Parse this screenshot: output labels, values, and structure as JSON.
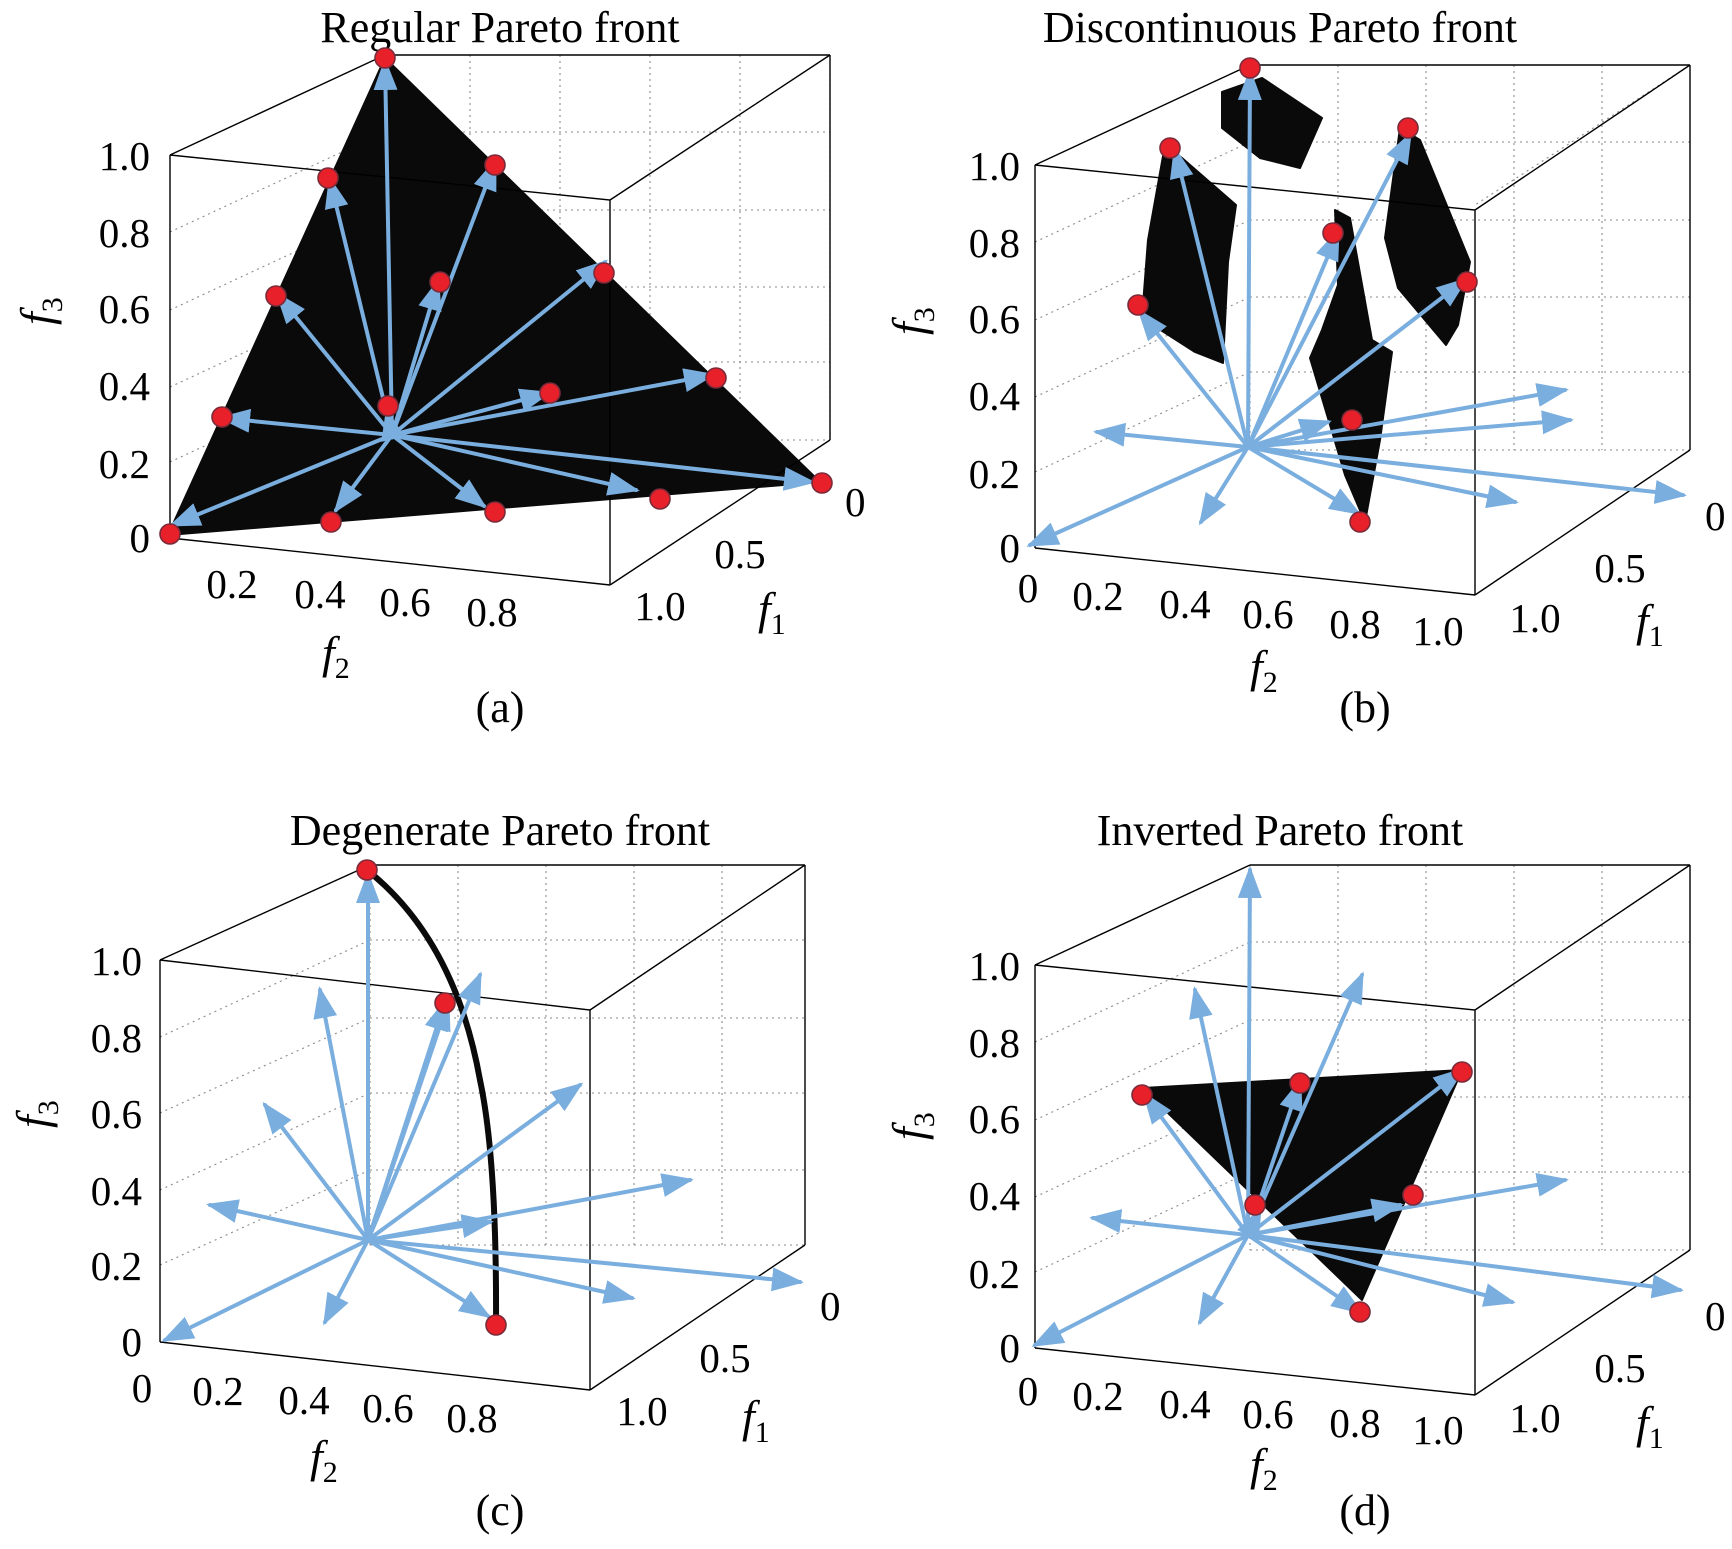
{
  "panels": [
    {
      "id": "a",
      "title": "Regular Pareto front",
      "caption": "(a)",
      "z_ticks": [
        "0",
        "0.2",
        "0.4",
        "0.6",
        "0.8",
        "1.0"
      ],
      "x_ticks": [
        "0.2",
        "0.4",
        "0.6",
        "0.8"
      ],
      "y_ticks": [
        "0",
        "0.5",
        "1.0"
      ],
      "xlabel": "f",
      "xlabel_sub": "2",
      "ylabel": "f",
      "ylabel_sub": "1",
      "zlabel": "f",
      "zlabel_sub": "3"
    },
    {
      "id": "b",
      "title": "Discontinuous Pareto front",
      "caption": "(b)",
      "z_ticks": [
        "0",
        "0.2",
        "0.4",
        "0.6",
        "0.8",
        "1.0"
      ],
      "x_ticks": [
        "0",
        "0.2",
        "0.4",
        "0.6",
        "0.8",
        "1.0"
      ],
      "y_ticks": [
        "0",
        "0.5",
        "1.0"
      ],
      "xlabel": "f",
      "xlabel_sub": "2",
      "ylabel": "f",
      "ylabel_sub": "1",
      "zlabel": "f",
      "zlabel_sub": "3"
    },
    {
      "id": "c",
      "title": "Degenerate Pareto front",
      "caption": "(c)",
      "z_ticks": [
        "0",
        "0.2",
        "0.4",
        "0.6",
        "0.8",
        "1.0"
      ],
      "x_ticks": [
        "0",
        "0.2",
        "0.4",
        "0.6",
        "0.8"
      ],
      "y_ticks": [
        "0",
        "0.5",
        "1.0"
      ],
      "xlabel": "f",
      "xlabel_sub": "2",
      "ylabel": "f",
      "ylabel_sub": "1",
      "zlabel": "f",
      "zlabel_sub": "3"
    },
    {
      "id": "d",
      "title": "Inverted Pareto front",
      "caption": "(d)",
      "z_ticks": [
        "0",
        "0.2",
        "0.4",
        "0.6",
        "0.8",
        "1.0"
      ],
      "x_ticks": [
        "0",
        "0.2",
        "0.4",
        "0.6",
        "0.8",
        "1.0"
      ],
      "y_ticks": [
        "0",
        "0.5",
        "1.0"
      ],
      "xlabel": "f",
      "xlabel_sub": "2",
      "ylabel": "f",
      "ylabel_sub": "1",
      "zlabel": "f",
      "zlabel_sub": "3"
    }
  ],
  "chart_data": [
    {
      "type": "scatter",
      "title": "Regular Pareto front",
      "x_axis": "f2",
      "y_axis": "f1",
      "z_axis": "f3",
      "xlim": [
        0,
        1
      ],
      "ylim": [
        0,
        1
      ],
      "zlim": [
        0,
        1
      ],
      "front_shape": "triangle",
      "front_vertices": [
        [
          1,
          0,
          0
        ],
        [
          0,
          1,
          0
        ],
        [
          0,
          0,
          1
        ]
      ],
      "points": [
        [
          0,
          0,
          1
        ],
        [
          0.25,
          0,
          0.75
        ],
        [
          0.5,
          0,
          0.5
        ],
        [
          0.75,
          0,
          0.25
        ],
        [
          1,
          0,
          0
        ],
        [
          0,
          0.25,
          0.75
        ],
        [
          0.25,
          0.25,
          0.5
        ],
        [
          0.5,
          0.25,
          0.25
        ],
        [
          0.75,
          0.25,
          0
        ],
        [
          0,
          0.5,
          0.5
        ],
        [
          0.25,
          0.5,
          0.25
        ],
        [
          0.5,
          0.5,
          0
        ],
        [
          0,
          0.75,
          0.25
        ],
        [
          0.25,
          0.75,
          0
        ],
        [
          0,
          1,
          0
        ]
      ],
      "vectors": "from center to each point"
    },
    {
      "type": "scatter",
      "title": "Discontinuous Pareto front",
      "x_axis": "f2",
      "y_axis": "f1",
      "z_axis": "f3",
      "xlim": [
        0,
        1
      ],
      "ylim": [
        0,
        1
      ],
      "zlim": [
        0,
        1
      ],
      "front_shape": "disconnected patches",
      "points": [
        [
          0.5,
          0.5,
          1
        ],
        [
          0.2,
          0.6,
          1
        ],
        [
          0.75,
          0.25,
          1
        ],
        [
          0.55,
          0.35,
          0.8
        ],
        [
          0.15,
          0.4,
          0.6
        ],
        [
          0.9,
          0.3,
          0.65
        ],
        [
          0.7,
          0.6,
          0.3
        ],
        [
          0.72,
          0.58,
          0
        ]
      ],
      "vectors": "from center in 15 directions"
    },
    {
      "type": "scatter",
      "title": "Degenerate Pareto front",
      "x_axis": "f2",
      "y_axis": "f1",
      "z_axis": "f3",
      "xlim": [
        0,
        1
      ],
      "ylim": [
        0,
        1
      ],
      "zlim": [
        0,
        1
      ],
      "front_shape": "curve",
      "points": [
        [
          0.5,
          0.5,
          1
        ],
        [
          0.62,
          0.5,
          0.9
        ],
        [
          0.74,
          0.52,
          0
        ]
      ],
      "vectors": "from center in 15 directions"
    },
    {
      "type": "scatter",
      "title": "Inverted Pareto front",
      "x_axis": "f2",
      "y_axis": "f1",
      "z_axis": "f3",
      "xlim": [
        0,
        1
      ],
      "ylim": [
        0,
        1
      ],
      "zlim": [
        0,
        1
      ],
      "front_shape": "inverted triangle",
      "points": [
        [
          0,
          0.5,
          0.5
        ],
        [
          0.5,
          0,
          0.5
        ],
        [
          0.5,
          0.5,
          0
        ],
        [
          0.25,
          0.5,
          0.25
        ],
        [
          0.25,
          0.25,
          0.5
        ],
        [
          0.5,
          0.25,
          0.25
        ]
      ],
      "vectors": "from center in 15 directions"
    }
  ]
}
